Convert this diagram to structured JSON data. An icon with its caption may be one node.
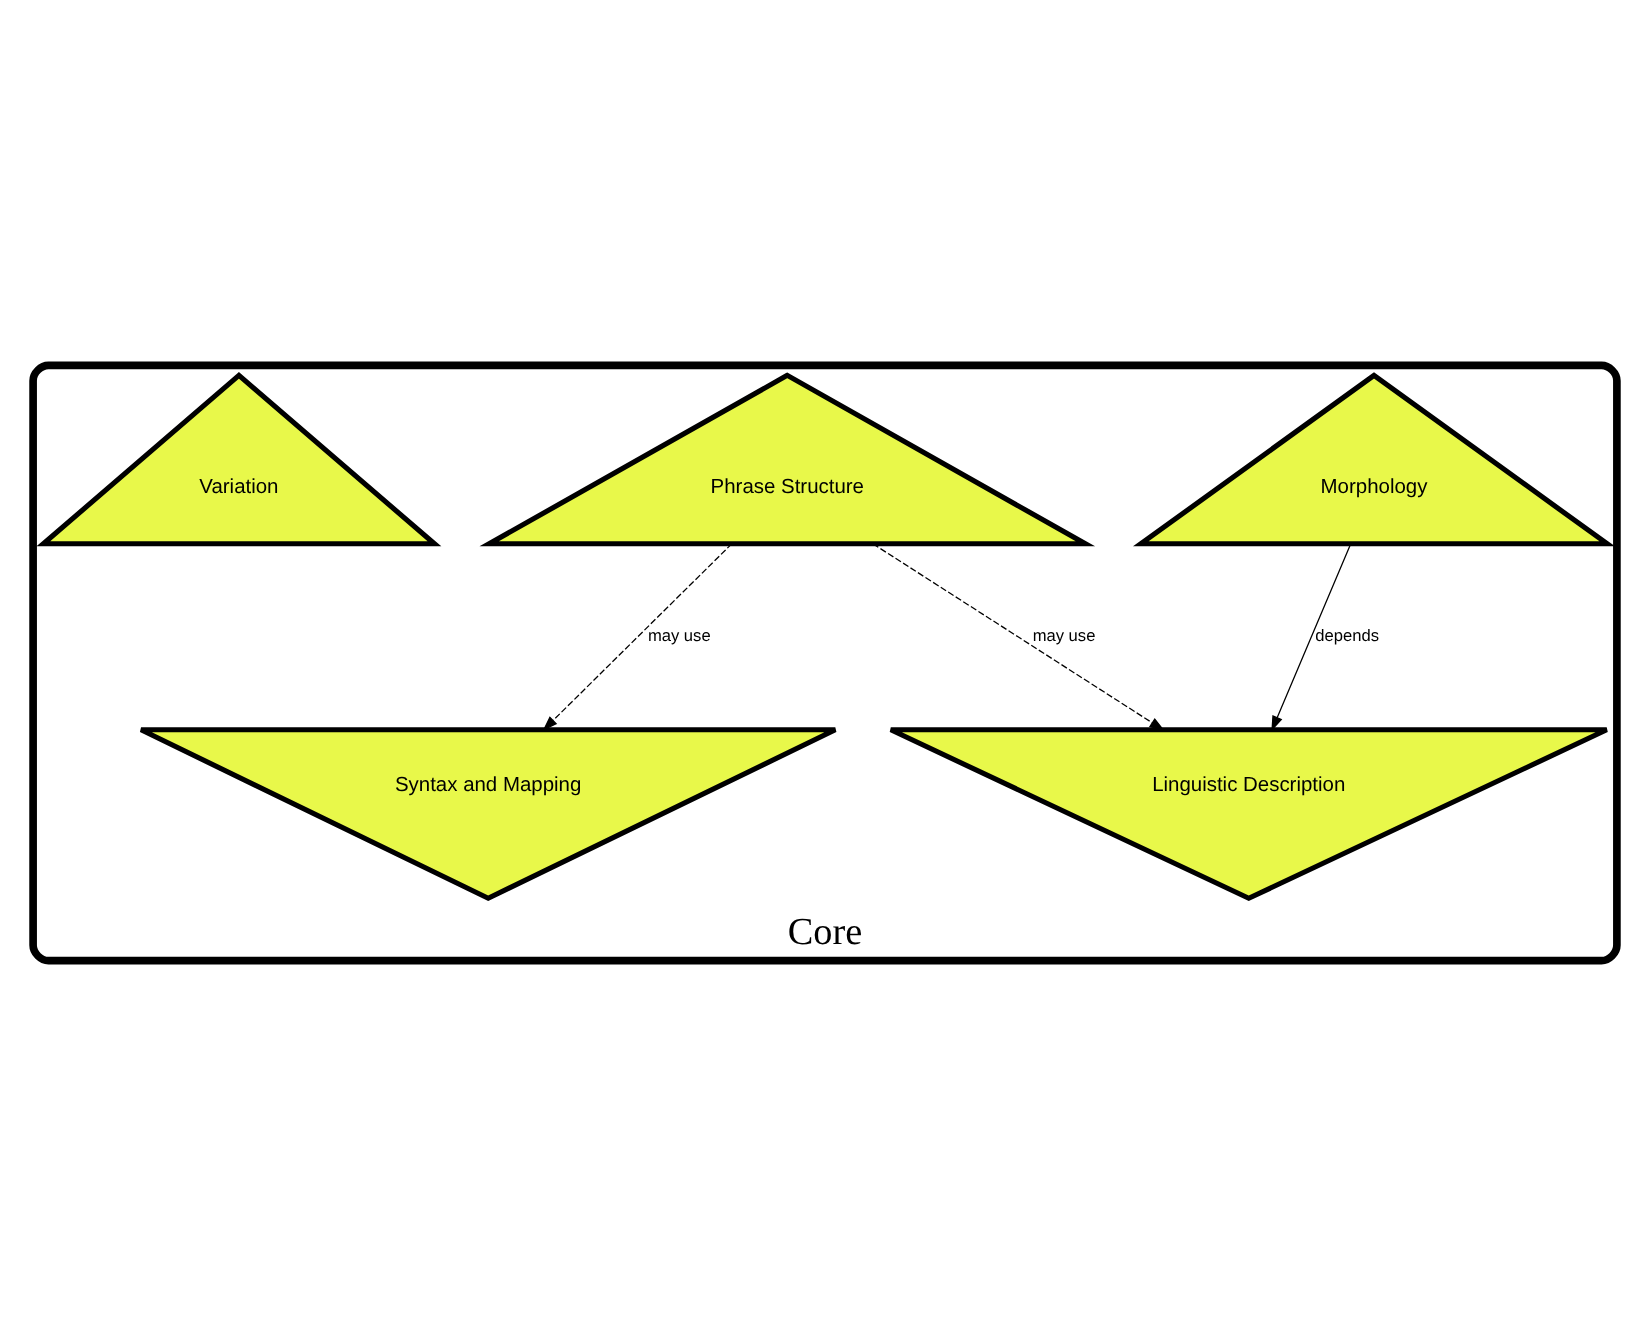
{
  "diagram": {
    "nodes": [
      {
        "text": [
          "Core"
        ]
      },
      {
        "text": [
          "Linguistic Description"
        ],
        "in": 0
      },
      {
        "text": [
          "Morphology"
        ],
        "in": 0
      },
      {
        "text": [
          "Phrase Structure"
        ],
        "in": 0
      },
      {
        "text": [
          "Variation"
        ],
        "in": 0
      },
      {
        "text": [
          "Syntax and Mapping"
        ],
        "in": 0
      }
    ],
    "edges": [
      {
        "from": 2,
        "to": 1,
        "arrow": "to",
        "label": "depends"
      },
      {
        "from": 3,
        "to": 1,
        "arrow": "to",
        "label": "may use",
        "style": "dashed"
      },
      {
        "from": 3,
        "to": 5,
        "arrow": "to",
        "label": "may use",
        "style": "dashed"
      }
    ]
  }
}
